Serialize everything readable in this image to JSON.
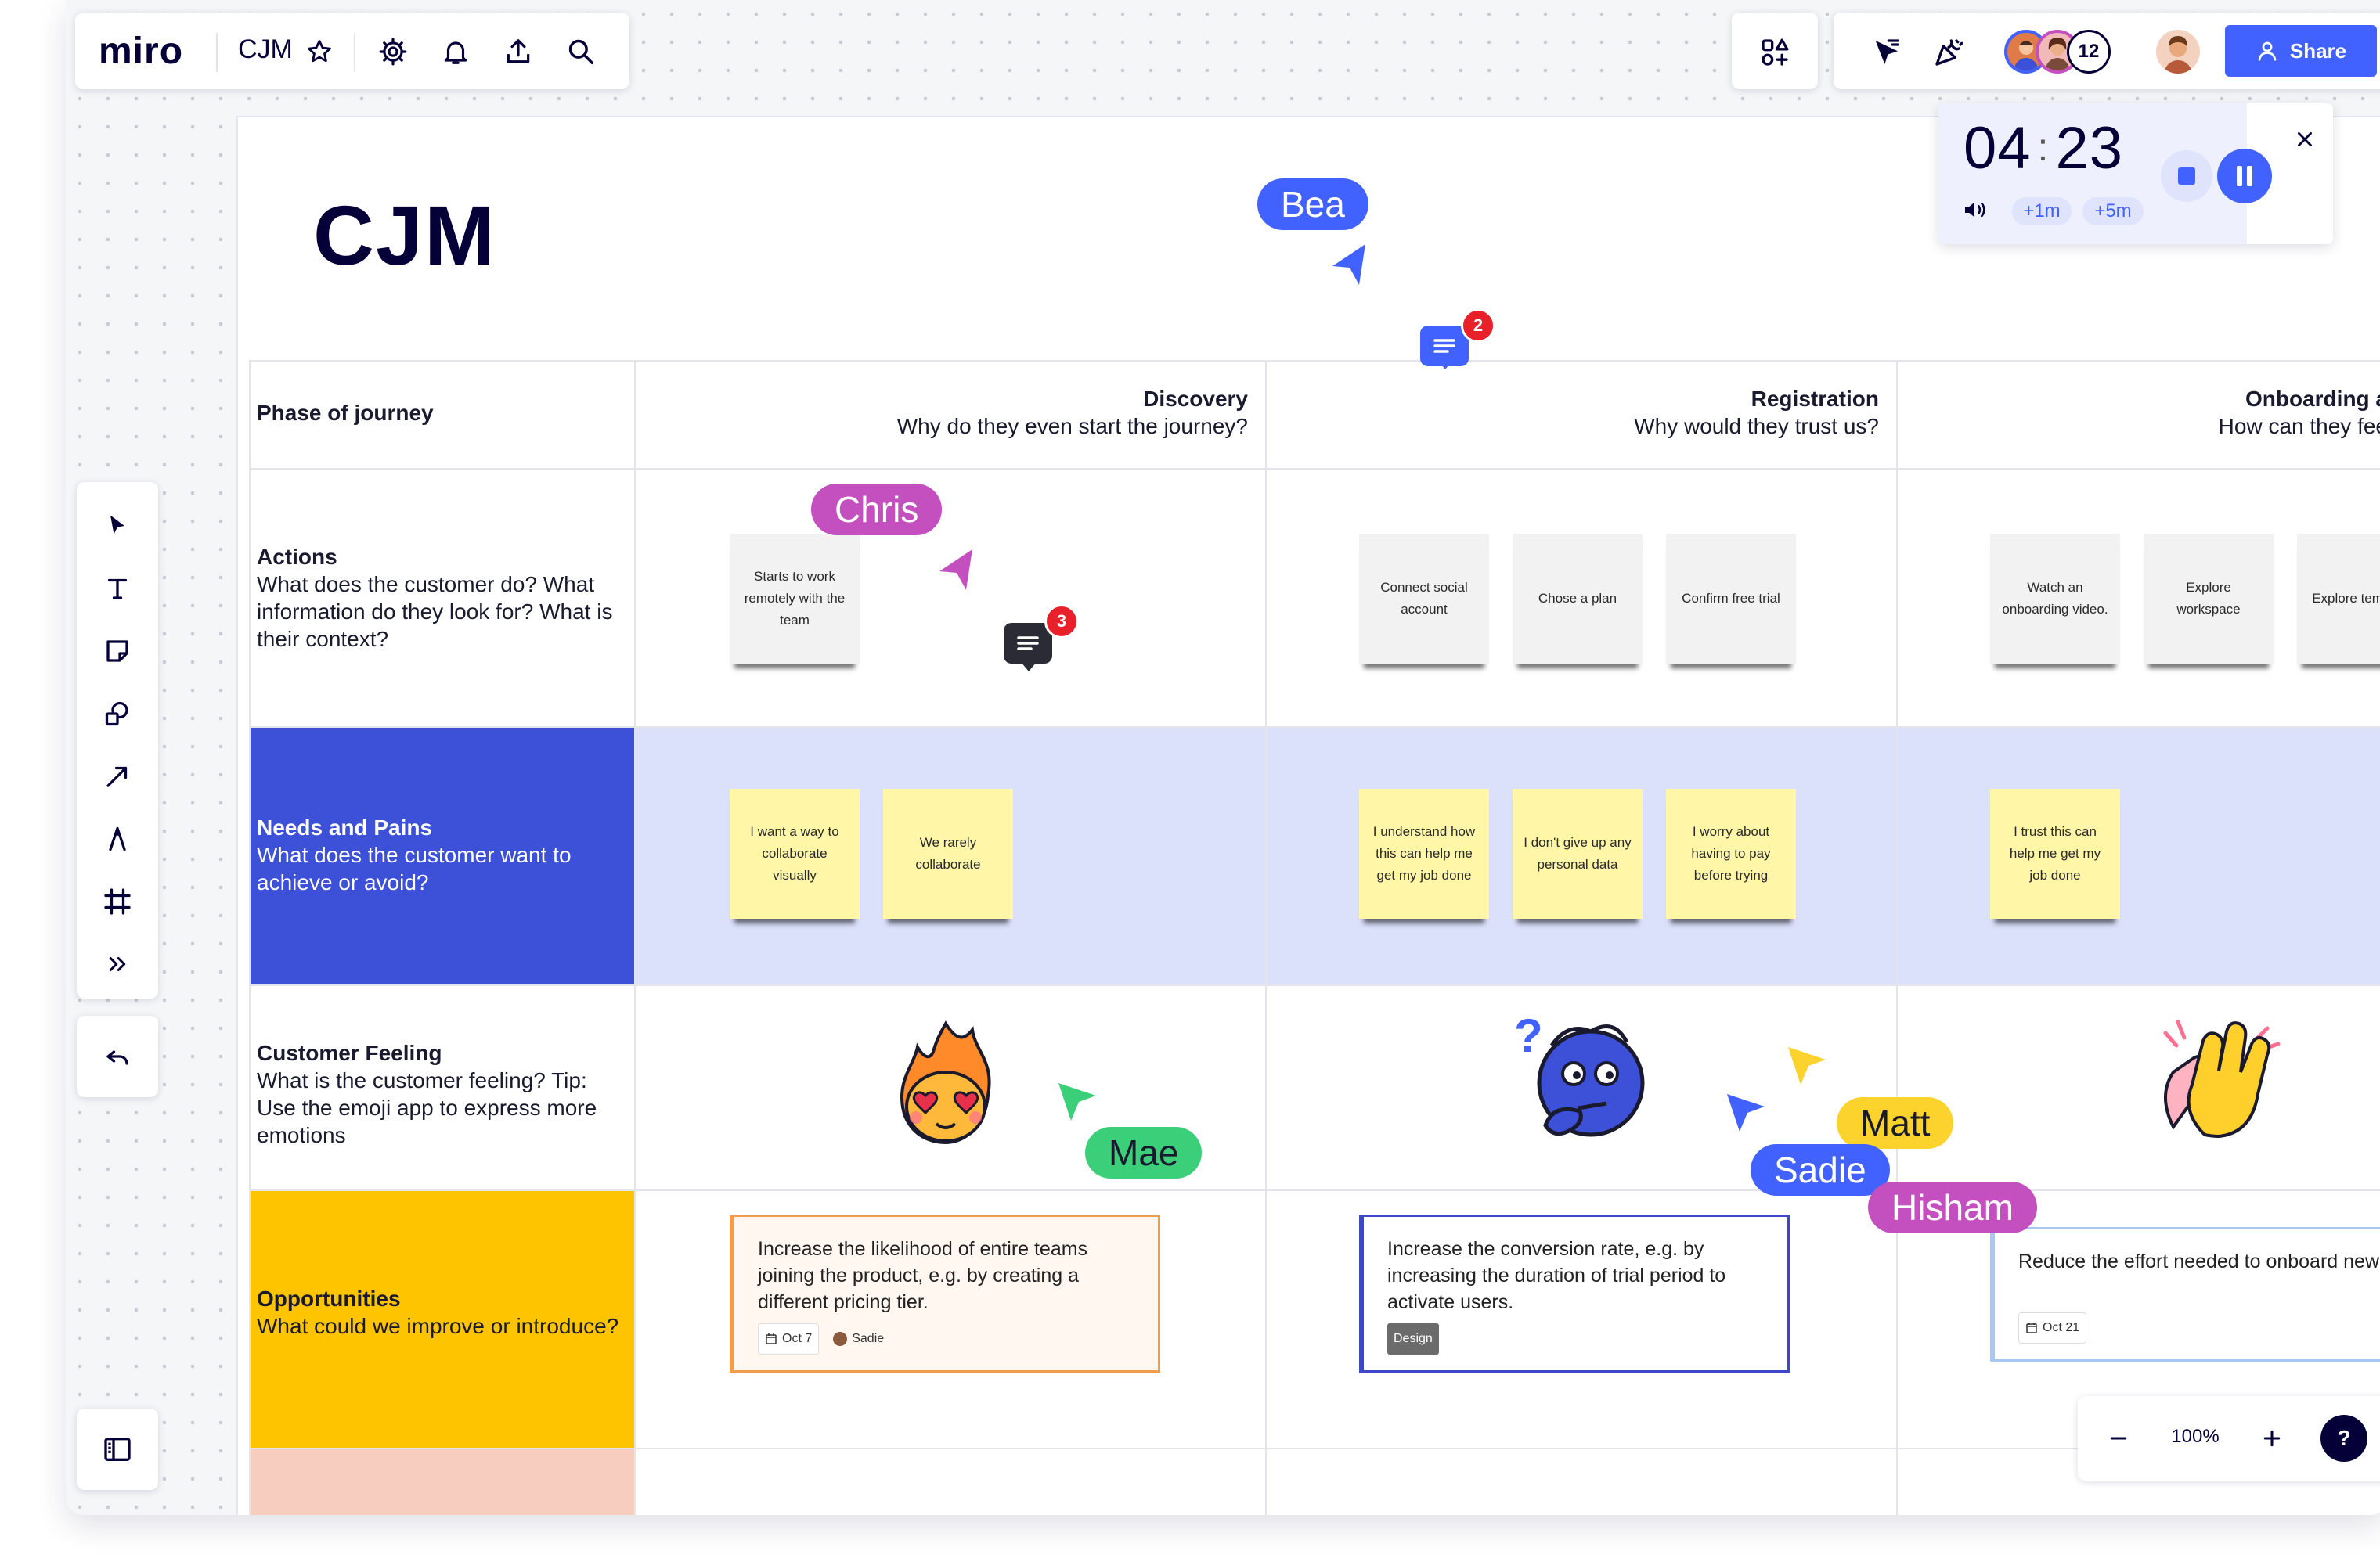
{
  "app": {
    "logo": "miro",
    "board_name": "CJM"
  },
  "topbar": {
    "participants_count": "12",
    "share_label": "Share"
  },
  "timer": {
    "minutes": "04",
    "seconds": "23",
    "add_1": "+1m",
    "add_5": "+5m"
  },
  "board": {
    "title": "CJM",
    "table": {
      "phase_header": "Phase of journey",
      "phases": [
        {
          "title": "Discovery",
          "question": "Why do they even start the journey?"
        },
        {
          "title": "Registration",
          "question": "Why would they trust us?"
        },
        {
          "title": "Onboarding a",
          "question": "How can they fee"
        }
      ],
      "rows": [
        {
          "title": "Actions",
          "text": "What does the customer do? What information do they look for? What is their context?"
        },
        {
          "title": "Needs and Pains",
          "text": "What does the customer want to achieve or avoid?"
        },
        {
          "title": "Customer Feeling",
          "text": "What is the customer feeling? Tip: Use the emoji app to express more emotions"
        },
        {
          "title": "Opportunities",
          "text": "What could we improve or introduce?"
        }
      ]
    },
    "stickies": {
      "actions": [
        "Starts to work remotely with the team",
        "Connect  social account",
        "Chose a plan",
        "Confirm free trial",
        "Watch an onboarding video.",
        "Explore workspace",
        "Explore template"
      ],
      "needs": [
        "I want a way to collaborate visually",
        "We rarely collaborate",
        "I understand how this can help me get my job done",
        "I don't give up any personal data",
        "I worry about having to pay before trying",
        "I trust this can help me get my job done"
      ]
    },
    "cards": [
      {
        "text": "Increase the likelihood of entire teams joining the product, e.g. by creating a different pricing tier.",
        "date": "Oct 7",
        "assignee": "Sadie",
        "accent": "#f29d4b"
      },
      {
        "text": "Increase the conversion rate, e.g. by increasing the duration of trial period to activate users.",
        "tag": "Design",
        "accent": "#3d47c9"
      },
      {
        "text": "Reduce the effort needed to onboard new users, e.g. by implementing visual tutorials",
        "date": "Oct 21",
        "accent": "#a9c7f0"
      }
    ],
    "comments": [
      {
        "count": "2"
      },
      {
        "count": "3"
      }
    ]
  },
  "cursors": [
    {
      "name": "Bea",
      "color": "#4262ff"
    },
    {
      "name": "Chris",
      "color": "#c44fbf"
    },
    {
      "name": "Mae",
      "color": "#3ccf7a"
    },
    {
      "name": "Matt",
      "color": "#fcd32c"
    },
    {
      "name": "Sadie",
      "color": "#4262ff"
    },
    {
      "name": "Hisham",
      "color": "#c44fbf"
    }
  ],
  "zoom": {
    "level": "100%",
    "help": "?"
  },
  "colors": {
    "brand": "#4262ff",
    "needs_row": "#3d50d8",
    "needs_fill": "#dbe0fb",
    "opportunities": "#ffc400",
    "pink_row": "#f7cdbf"
  }
}
